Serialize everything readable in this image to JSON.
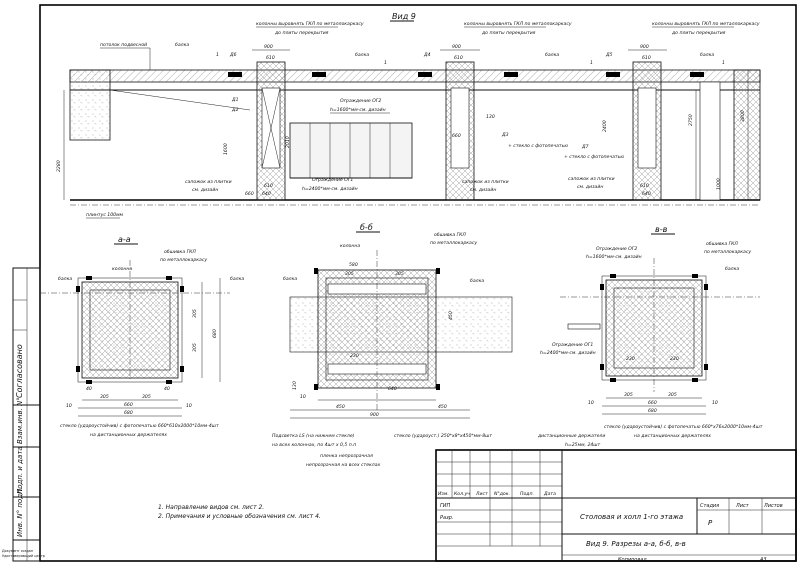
{
  "view9": {
    "title": "Вид 9",
    "callouts": {
      "columns_gkl_top_1": "колонны выровнять ГКЛ по металлокаркасу",
      "columns_gkl_bot_1": "до плиты перекрытия",
      "columns_gkl_top_2": "колонны выровнять ГКЛ по металлокаркасу",
      "columns_gkl_bot_2": "до плиты перекрытия",
      "columns_gkl_top_3": "колонны выровнять ГКЛ по металлокаркасу",
      "columns_gkl_bot_3": "до плиты перекрытия",
      "ceiling": "потолок подвесной",
      "beam_1": "балка",
      "beam_2": "балка",
      "beam_3": "балка",
      "beam_4": "балка",
      "fence_og2_a": "Ограждение ОГ2",
      "fence_og2_b": "h=1600*мм-см. дизайн",
      "fence_og1_a": "Ограждение ОГ1",
      "fence_og1_b": "h=2400*мм-см. дизайн",
      "glass_1": "+ стекло с фотопечатью",
      "glass_2": "+ стекло с фотопечатью",
      "plinth_1a": "сапожок из плитки",
      "plinth_1b": "см. дизайн",
      "plinth_2a": "сапожок из плитки",
      "plinth_2b": "см. дизайн",
      "plinth_3a": "сапожок из плитки",
      "plinth_3b": "см. дизайн",
      "floor": "плинтус 100мм"
    },
    "dims": {
      "d900a": "900",
      "d610a": "610",
      "d900b": "900",
      "d610b": "610",
      "d900c": "900",
      "d610c": "610",
      "d2280": "2280",
      "d1600": "1600",
      "d2750": "2750",
      "d3800": "3800",
      "d1000": "1000",
      "d2400": "2400",
      "d660a": "660",
      "d660b": "660",
      "d640a": "640",
      "d640b": "640",
      "d610d": "610",
      "d610e": "610",
      "d130": "130",
      "d2010": "2010"
    },
    "marks": [
      "Д1",
      "Д2",
      "Д3",
      "Д4",
      "Д5",
      "Д6",
      "Д7",
      "1",
      "1",
      "1",
      "1"
    ]
  },
  "sections": {
    "aa": {
      "title": "а-а",
      "labels": [
        "колонна",
        "обшивка ГКЛ",
        "по металлокаркасу",
        "балка",
        "балка"
      ],
      "dims": [
        "680",
        "660",
        "305",
        "305",
        "10",
        "40",
        "40",
        "10"
      ],
      "note1": "стекло (удароустойчив) с фотопечатью 660*610x2000*10мм-4шт",
      "note2": "на дистанционных держателях"
    },
    "bb": {
      "title": "б-б",
      "labels": [
        "колонна",
        "обшивка ГКЛ",
        "по металлокаркасу",
        "балка",
        "балка"
      ],
      "dims": [
        "580",
        "450",
        "305",
        "305",
        "900",
        "450",
        "450",
        "130",
        "230",
        "640",
        "10"
      ],
      "note1": "Подсветка LS (на нижнем стекле)",
      "note2": "на всех колоннах, по 4шт х 0,5 п.п",
      "note3": "стекло (удароуст.) 250*х8*х450*мм-8шт",
      "note4": "пленка непрозрачная",
      "note5": "непрозрачная на всех стеклах"
    },
    "vv": {
      "title": "в-в",
      "labels": [
        "Ограждение ОГ2",
        "h=1600*мм-см. дизайн",
        "обшивка ГКЛ",
        "по металлокаркасу",
        "Ограждение ОГ1",
        "h=2400*мм-см. дизайн",
        "балка"
      ],
      "dims": [
        "680",
        "660",
        "305",
        "305",
        "230",
        "230",
        "10",
        "10"
      ],
      "note1": "дистанционные держатели",
      "note2": "h=25мм, 24шт",
      "note3": "стекло (удароустойчив) с фотопечатью 660*х76х2000*10мм-4шт",
      "note4": "на дистанционных держателях"
    }
  },
  "notes": {
    "n1": "1. Направление видов см. лист 2.",
    "n2": "2. Примечания и условные обозначения см. лист 4."
  },
  "titleblock": {
    "col_izm": "Изм.",
    "col_kol": "Кол.уч",
    "col_list": "Лист",
    "col_ndok": "N°док.",
    "col_podp": "Подп.",
    "col_date": "Дата",
    "role_gip": "ГИП",
    "role_razr": "Разр.",
    "project": "Столовая и холл 1-го этажа",
    "sheet_title": "Вид 9. Разрезы а-а, б-б, в-в",
    "stage_h": "Стадия",
    "sheet_h": "Лист",
    "sheets_h": "Листов",
    "stage": "Р",
    "copied": "Копировал",
    "format": "A3"
  },
  "sidebar": {
    "agreed": "Согласовано",
    "inv_replace": "Взам.инв. N°",
    "sign_date": "Подп. и дата",
    "inv_orig": "Инв. N° подл."
  },
  "stamp": {
    "l1": "Документ создан",
    "l2": "Удостоверяющий центр"
  }
}
